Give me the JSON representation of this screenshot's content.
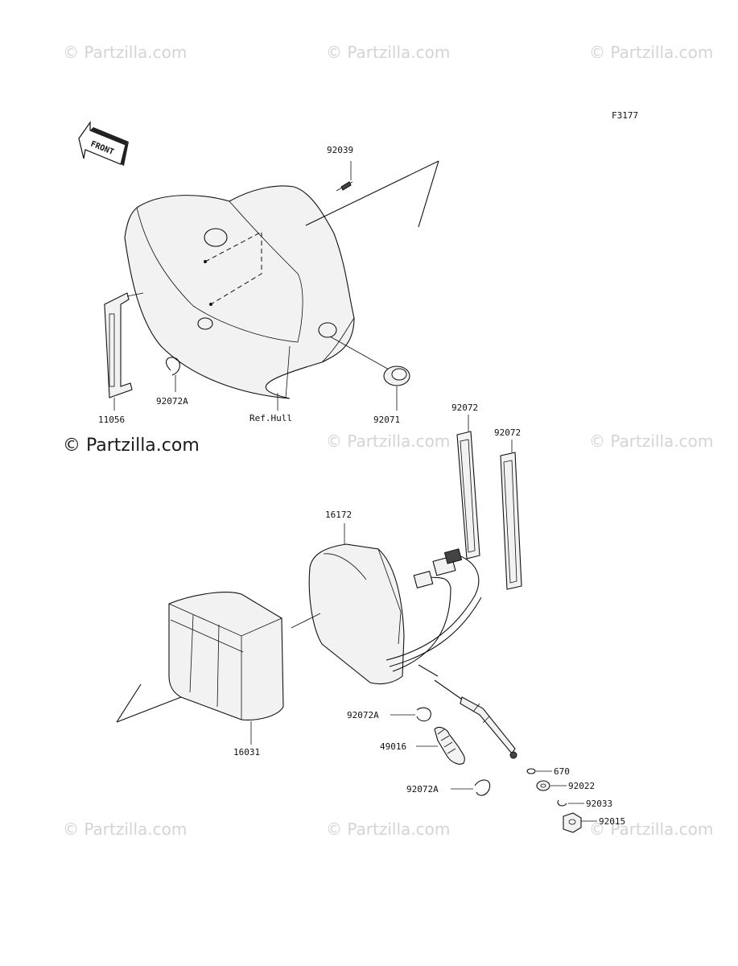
{
  "figure_code": "F3177",
  "front_label": "FRONT",
  "watermarks": {
    "faint": "© Partzilla.com",
    "strong": "© Partzilla.com"
  },
  "parts": {
    "p92039": "92039",
    "p11056": "11056",
    "p92072A_top": "92072A",
    "ref_hull": "Ref.Hull",
    "p92071": "92071",
    "p92072_a": "92072",
    "p92072_b": "92072",
    "p16172": "16172",
    "p16031": "16031",
    "p92072A_mid": "92072A",
    "p49016": "49016",
    "p92072A_low": "92072A",
    "p670": "670",
    "p92022": "92022",
    "p92033": "92033",
    "p92015": "92015"
  }
}
